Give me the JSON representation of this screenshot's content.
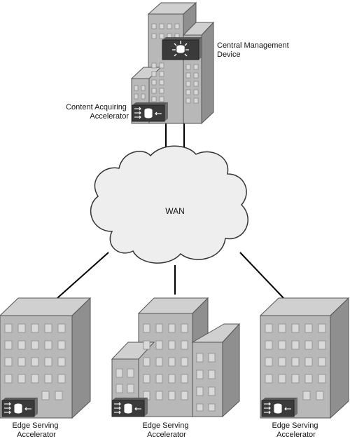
{
  "labels": {
    "central_management": [
      "Central Management",
      "Device"
    ],
    "content_acquiring": [
      "Content Acquiring",
      "Accelerator"
    ],
    "wan": "WAN",
    "edge_left": [
      "Edge Serving",
      "Accelerator"
    ],
    "edge_center": [
      "Edge Serving",
      "Accelerator"
    ],
    "edge_right": [
      "Edge Serving",
      "Accelerator"
    ]
  },
  "colors": {
    "building_front": "#b8b8b8",
    "building_side": "#8f8f8f",
    "building_top": "#d0d0d0",
    "window": "#d9d9d9",
    "window_border": "#8a8a8a",
    "device_dark": "#3a3a3a",
    "device_side": "#6e6e6e",
    "line": "#000000",
    "cloud_fill": "#eeeeee",
    "cloud_stroke": "#333333"
  },
  "icons": {
    "central_device": "management-device-icon",
    "accelerator": "accelerator-router-icon"
  }
}
